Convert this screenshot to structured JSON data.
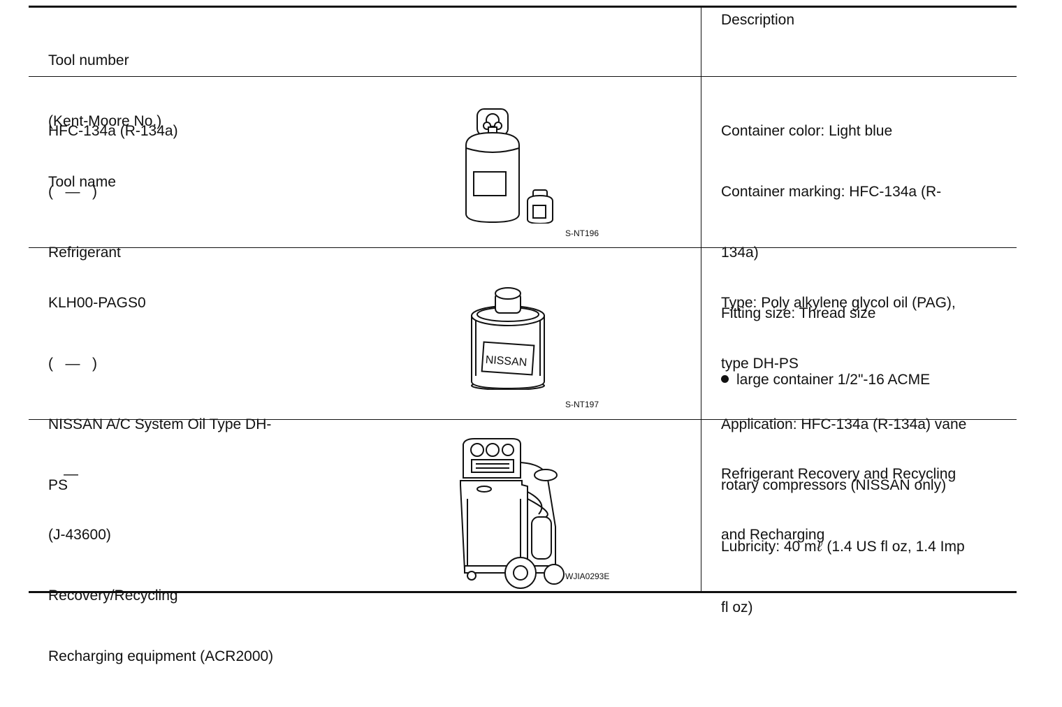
{
  "header": {
    "left_lines": [
      "Tool number",
      "(Kent-Moore No.)",
      "Tool name"
    ],
    "right": "Description"
  },
  "rows": [
    {
      "left_lines": [
        "HFC-134a (R-134a)",
        "(   —   )",
        "Refrigerant"
      ],
      "caption": "S-NT196",
      "illustration_icon": "refrigerant-containers-icon",
      "desc_lines": [
        "Container color: Light blue",
        "Container marking: HFC-134a (R-",
        "134a)",
        "Fitting size: Thread size"
      ],
      "bullet": "large container 1/2\"-16 ACME"
    },
    {
      "left_lines": [
        "KLH00-PAGS0",
        "(   —   )",
        "NISSAN A/C System Oil Type DH-",
        "PS"
      ],
      "caption": "S-NT197",
      "illustration_icon": "oil-can-icon",
      "can_label": "NISSAN",
      "desc_lines": [
        "Type: Poly alkylene glycol oil (PAG),",
        "type DH-PS",
        "Application: HFC-134a (R-134a) vane",
        "rotary compressors (NISSAN only)"
      ],
      "desc_lub_prefix": "Lubricity: 40 m",
      "desc_lub_unit": "ℓ",
      "desc_lub_suffix": " (1.4 US fl oz, 1.4 Imp",
      "desc_last": "fl oz)"
    },
    {
      "left_lines": [
        "—",
        "(J-43600)",
        "Recovery/Recycling",
        "Recharging equipment (ACR2000)"
      ],
      "caption": "WJIA0293E",
      "illustration_icon": "recovery-machine-icon",
      "desc_lines": [
        "Refrigerant Recovery and Recycling",
        "and Recharging"
      ]
    }
  ]
}
